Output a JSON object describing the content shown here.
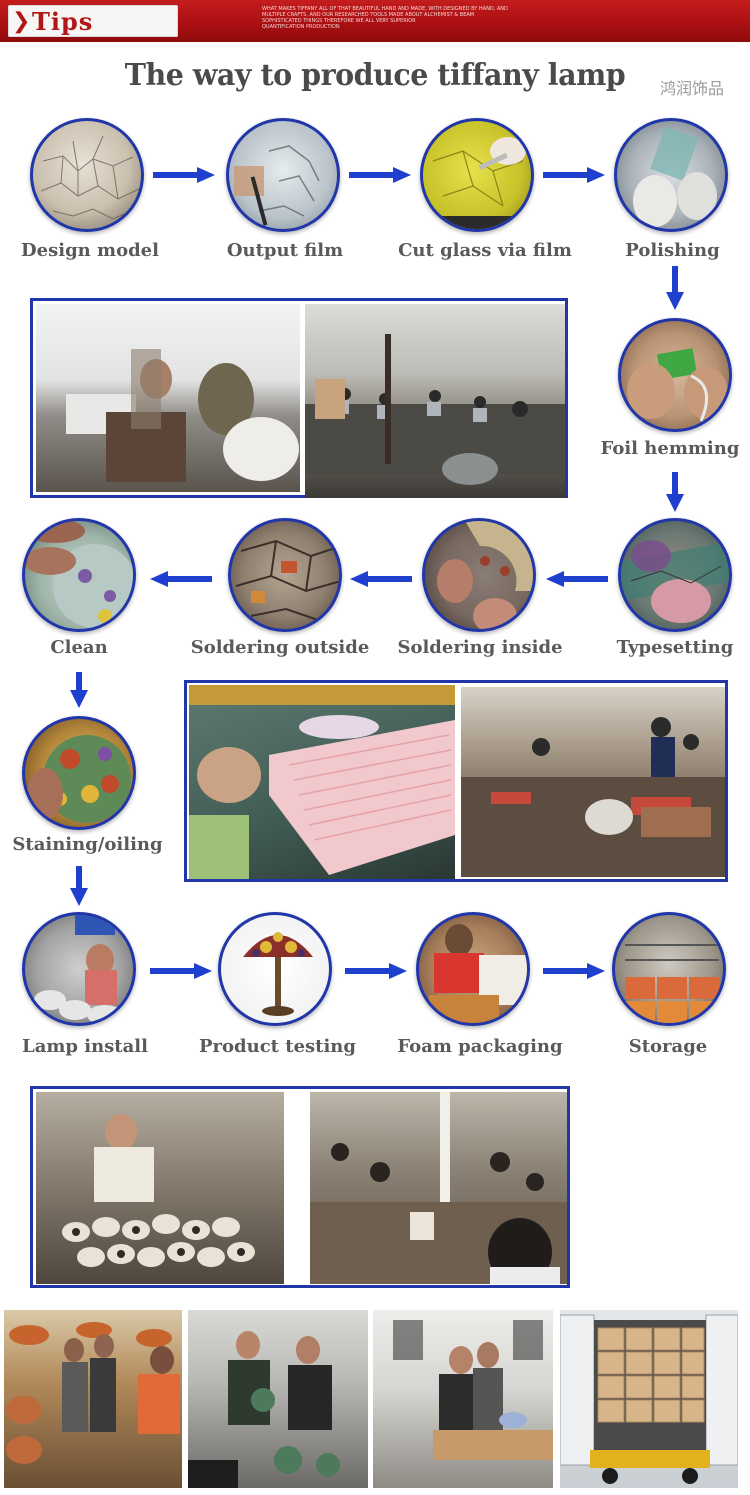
{
  "header": {
    "tab_label": "Tips",
    "note_lines": [
      "WHAT MAKES TIFFANY ALL OF THAT BEAUTIFUL HAND AND MADE, WITH DESIGNED BY HAND, AND",
      "MULTIPLE CRAFTS, AND OUR RESEARCHED TOOLS MADE ABOUT ALCHEMIST & BEAM",
      "SOPHISTICATED THINGS THEREFORE WE ALL VERY SUPERIOR",
      "QUANTIFICATION PRODUCTION"
    ],
    "colors": {
      "banner": "#b01414",
      "tab_text": "#b31616"
    }
  },
  "title": "The way to produce tiffany lamp",
  "brand": "鸿润饰品",
  "steps": [
    {
      "label": "Design model"
    },
    {
      "label": "Output film"
    },
    {
      "label": "Cut glass via film"
    },
    {
      "label": "Polishing"
    },
    {
      "label": "Foil hemming"
    },
    {
      "label": "Typesetting"
    },
    {
      "label": "Soldering inside"
    },
    {
      "label": "Soldering outside"
    },
    {
      "label": "Clean"
    },
    {
      "label": "Staining/oiling"
    },
    {
      "label": "Lamp install"
    },
    {
      "label": "Product testing"
    },
    {
      "label": "Foam packaging"
    },
    {
      "label": "Storage"
    }
  ],
  "colors": {
    "accent": "#2136a8",
    "arrow": "#1f3fcf",
    "label_text": "#5a5a5a"
  }
}
